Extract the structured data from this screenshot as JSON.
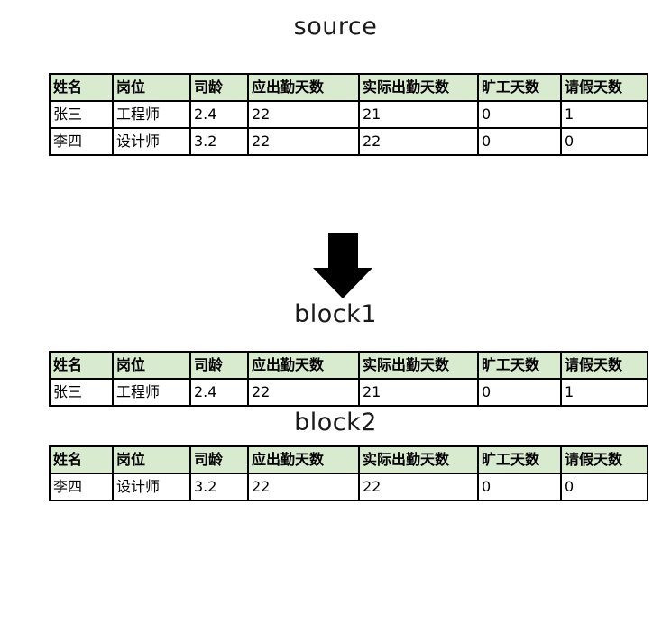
{
  "colors": {
    "background": "#ffffff",
    "header_bg": "#d8ebcf",
    "border": "#000000",
    "text": "#000000",
    "arrow": "#000000"
  },
  "source_section": {
    "title": "source",
    "table": {
      "headers": [
        "姓名",
        "岗位",
        "司龄",
        "应出勤天数",
        "实际出勤天数",
        "旷工天数",
        "请假天数"
      ],
      "rows": [
        [
          "张三",
          "工程师",
          "2.4",
          "22",
          "21",
          "0",
          "1"
        ],
        [
          "李四",
          "设计师",
          "3.2",
          "22",
          "22",
          "0",
          "0"
        ]
      ]
    }
  },
  "arrow": {
    "icon": "down-arrow-icon",
    "direction": "down",
    "color": "#000000"
  },
  "block1_section": {
    "title": "block1",
    "table": {
      "headers": [
        "姓名",
        "岗位",
        "司龄",
        "应出勤天数",
        "实际出勤天数",
        "旷工天数",
        "请假天数"
      ],
      "rows": [
        [
          "张三",
          "工程师",
          "2.4",
          "22",
          "21",
          "0",
          "1"
        ]
      ]
    }
  },
  "block2_section": {
    "title": "block2",
    "table": {
      "headers": [
        "姓名",
        "岗位",
        "司龄",
        "应出勤天数",
        "实际出勤天数",
        "旷工天数",
        "请假天数"
      ],
      "rows": [
        [
          "李四",
          "设计师",
          "3.2",
          "22",
          "22",
          "0",
          "0"
        ]
      ]
    }
  }
}
